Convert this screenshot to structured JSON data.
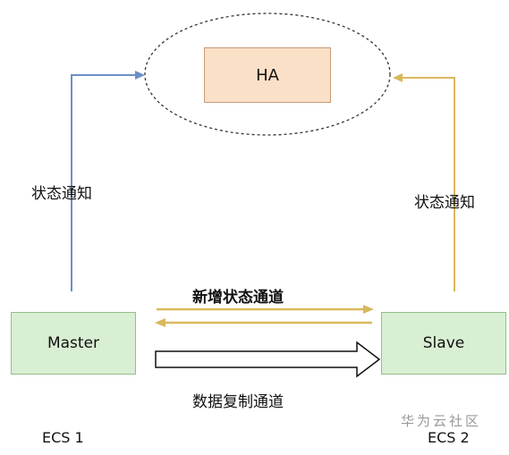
{
  "nodes": {
    "ha": "HA",
    "master": "Master",
    "slave": "Slave"
  },
  "labels": {
    "status_notify_left": "状态通知",
    "status_notify_right": "状态通知",
    "new_status_channel": "新增状态通道",
    "data_replication_channel": "数据复制通道",
    "ecs1": "ECS 1",
    "ecs2": "ECS 2"
  },
  "watermark": "华为云社区",
  "colors": {
    "ha_fill": "#fbe0c8",
    "node_fill": "#d9efd3",
    "left_arrow": "#6b8fc9",
    "right_arrow": "#d9b85c",
    "status_channel": "#d9b85c"
  }
}
